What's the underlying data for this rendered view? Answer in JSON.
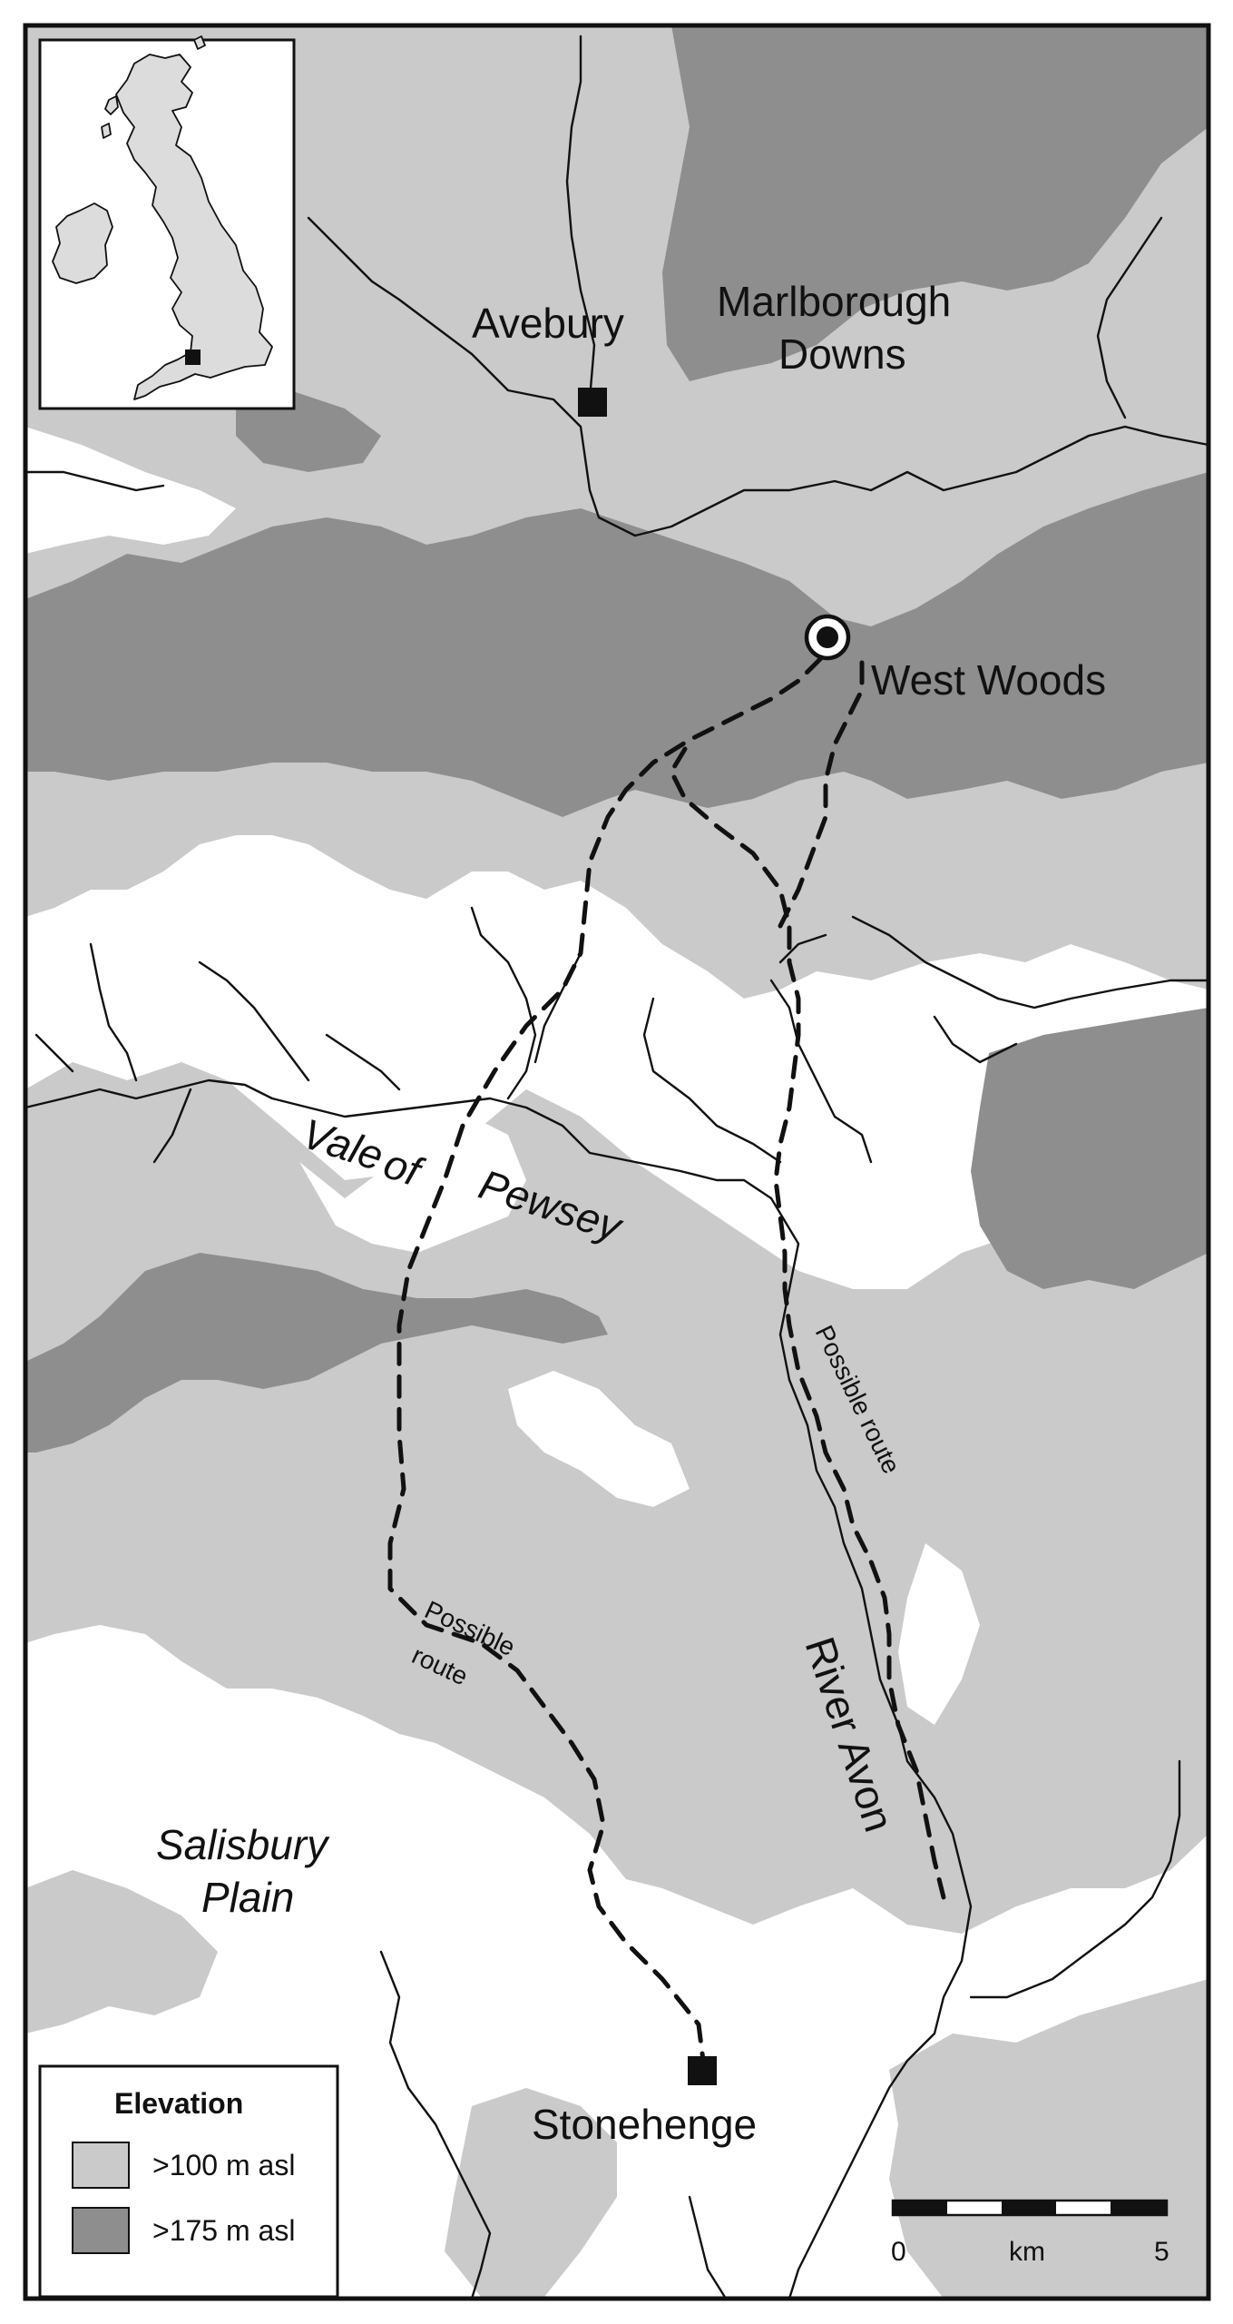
{
  "colors": {
    "background": "#ffffff",
    "elevation_100": "#cacaca",
    "elevation_175": "#8e8e8e",
    "ink": "#111111"
  },
  "places": {
    "avebury": "Avebury",
    "marlborough_1": "Marlborough",
    "marlborough_2": "Downs",
    "west_woods": "West Woods",
    "vale": [
      "Vale",
      "of",
      "Pewsey"
    ],
    "salisbury_1": "Salisbury",
    "salisbury_2": "Plain",
    "river_avon": "River Avon",
    "stonehenge": "Stonehenge"
  },
  "routes": {
    "west_label_1": "Possible",
    "west_label_2": "route",
    "east_label": "Possible route"
  },
  "legend": {
    "title": "Elevation",
    "items": [
      {
        "label": ">100 m asl",
        "color": "#cacaca"
      },
      {
        "label": ">175 m asl",
        "color": "#8e8e8e"
      }
    ]
  },
  "scale": {
    "start": "0",
    "unit": "km",
    "end": "5"
  },
  "inset": {
    "icon": "uk-locator-map"
  }
}
